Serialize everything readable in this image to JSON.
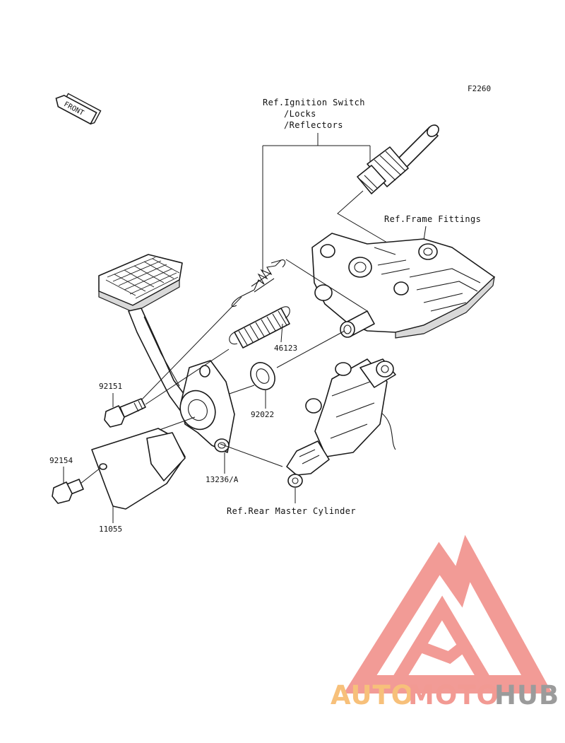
{
  "figure_code": "F2260",
  "front_badge": "FRONT",
  "references": {
    "ignition": [
      "Ref.Ignition Switch",
      "/Locks",
      "/Reflectors"
    ],
    "frame": "Ref.Frame Fittings",
    "master_cylinder": "Ref.Rear Master Cylinder"
  },
  "part_numbers": {
    "spring": "46123",
    "bolt_upper": "92151",
    "washer": "92022",
    "bolt_lower": "92154",
    "pedal": "13236/A",
    "bracket": "11055"
  },
  "watermark": {
    "part1": "AUTO",
    "part2": "MOTO",
    "part3": "HUB",
    "colors": {
      "auto": "#f7c07a",
      "moto": "#f29a93",
      "hub": "#9b9b9b",
      "logo": "#f08a84"
    }
  }
}
